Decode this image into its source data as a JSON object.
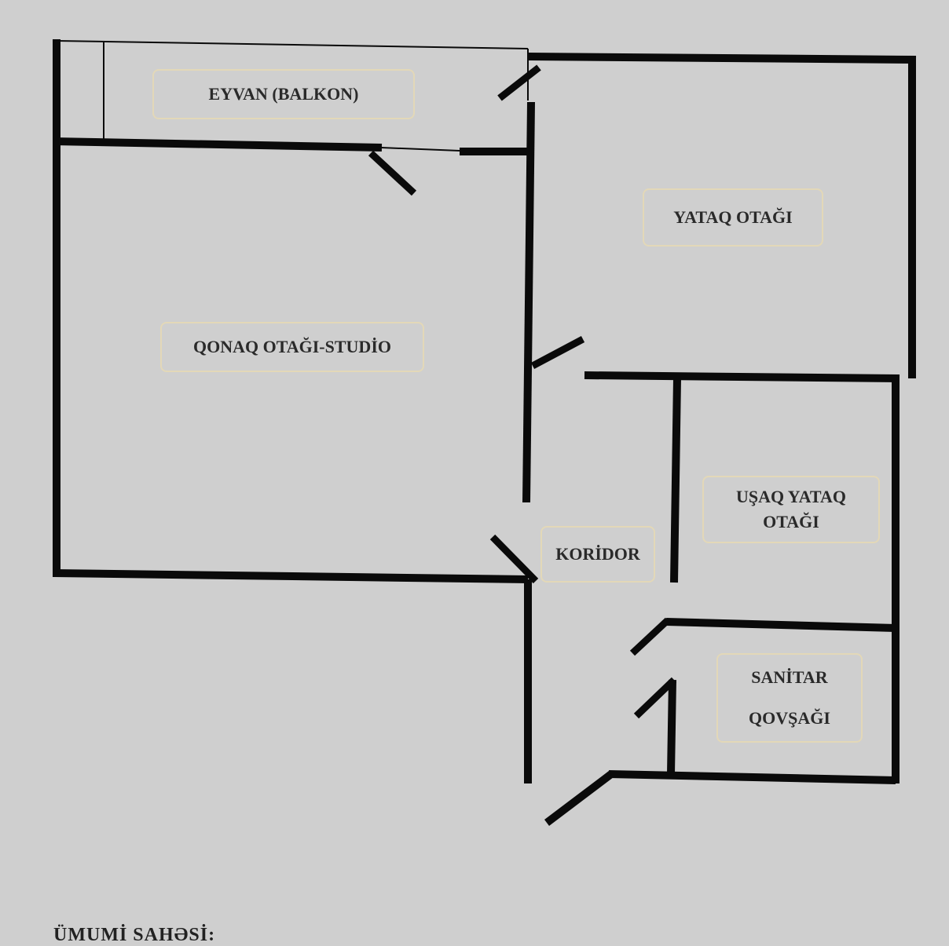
{
  "rooms": {
    "balcony": "EYVAN (BALKON)",
    "bedroom": "YATAQ OTAĞI",
    "living": "QONAQ OTAĞI-STUDİO",
    "corridor": "KORİDOR",
    "kids_bedroom_line1": "UŞAQ YATAQ",
    "kids_bedroom_line2": "OTAĞI",
    "bathroom_line1": "SANİTAR",
    "bathroom_line2": "QOVŞAĞI"
  },
  "footer": {
    "total_area_label": "ÜMUMİ SAHƏSİ:"
  },
  "colors": {
    "wall": "#0a0a0a",
    "background": "#cfcfcf",
    "label_border": "#e3d8b8"
  }
}
